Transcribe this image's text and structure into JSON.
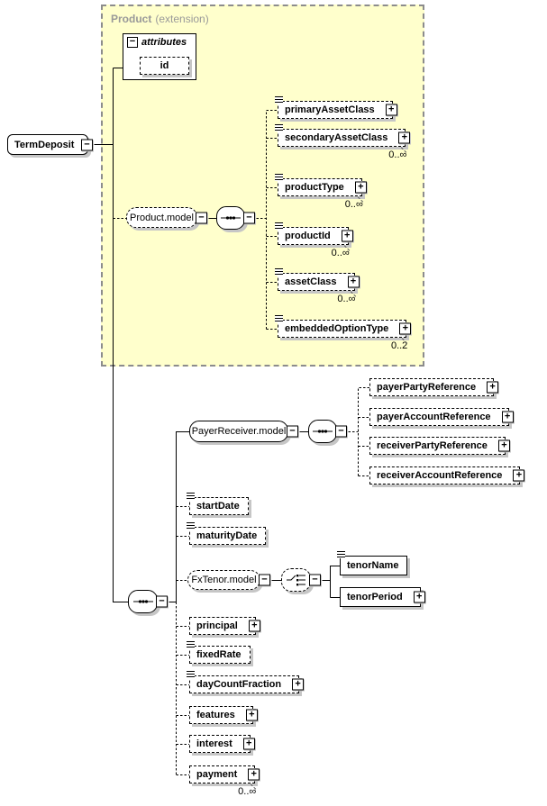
{
  "icons": {
    "collapse": "−",
    "expand": "+"
  },
  "colors": {
    "extension_bg": "#ffffcc",
    "extension_border": "#8c8c8c",
    "extension_label": "#999999",
    "shadow": "#c6c6c6"
  },
  "extension": {
    "title": "Product",
    "suffix": "(extension)"
  },
  "root": {
    "label": "TermDeposit"
  },
  "attributes": {
    "header": "attributes",
    "id_label": "id"
  },
  "product_model": {
    "label": "Product.model"
  },
  "product_children": [
    {
      "label": "primaryAssetClass",
      "occurrence": ""
    },
    {
      "label": "secondaryAssetClass",
      "occurrence": "0..∞"
    },
    {
      "label": "productType",
      "occurrence": "0..∞"
    },
    {
      "label": "productId",
      "occurrence": "0..∞"
    },
    {
      "label": "assetClass",
      "occurrence": "0..∞"
    },
    {
      "label": "embeddedOptionType",
      "occurrence": "0..2"
    }
  ],
  "payer_receiver": {
    "label": "PayerReceiver.model",
    "children": [
      {
        "label": "payerPartyReference"
      },
      {
        "label": "payerAccountReference"
      },
      {
        "label": "receiverPartyReference"
      },
      {
        "label": "receiverAccountReference"
      }
    ]
  },
  "fx_tenor": {
    "label": "FxTenor.model",
    "children": [
      {
        "label": "tenorName"
      },
      {
        "label": "tenorPeriod"
      }
    ]
  },
  "lower_children": [
    {
      "label": "startDate"
    },
    {
      "label": "maturityDate"
    },
    {
      "label": "principal"
    },
    {
      "label": "fixedRate"
    },
    {
      "label": "dayCountFraction"
    },
    {
      "label": "features"
    },
    {
      "label": "interest"
    },
    {
      "label": "payment",
      "occurrence": "0..∞"
    }
  ]
}
